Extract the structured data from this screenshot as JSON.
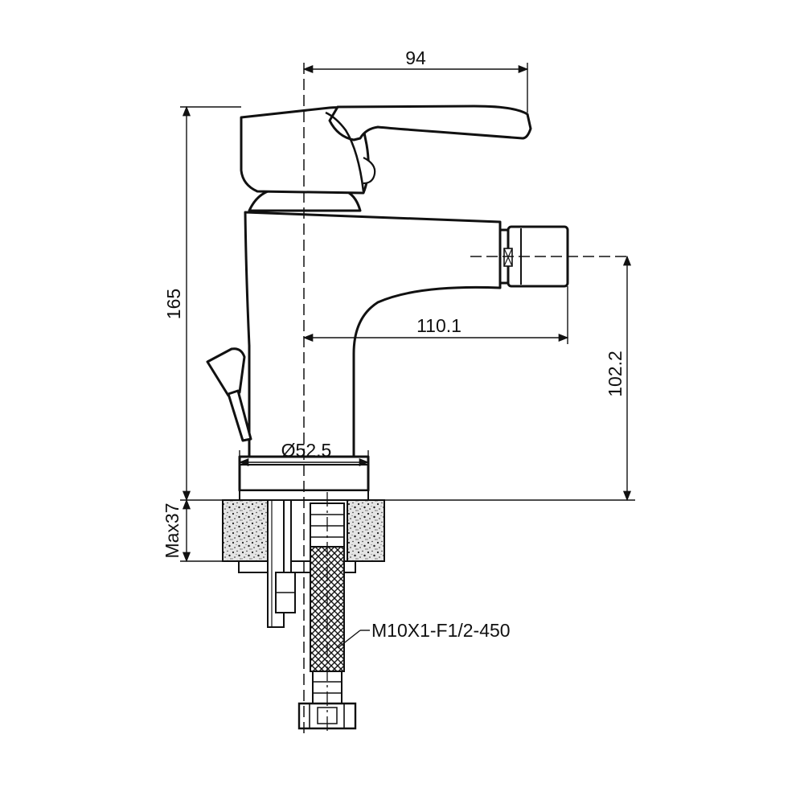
{
  "drawing": {
    "subject": "bidet-mixer-tap",
    "colors": {
      "line": "#111111",
      "background": "#ffffff",
      "stone_fill": "#e2e2e2"
    }
  },
  "dimensions": {
    "overall_width": "94",
    "overall_height": "165",
    "spout_reach": "110.1",
    "spray_height": "102.2",
    "base_diameter": "Ø52.5",
    "max_counter_thickness": "Max37"
  },
  "annotations": {
    "supply_hose": "M10X1-F1/2-450"
  }
}
